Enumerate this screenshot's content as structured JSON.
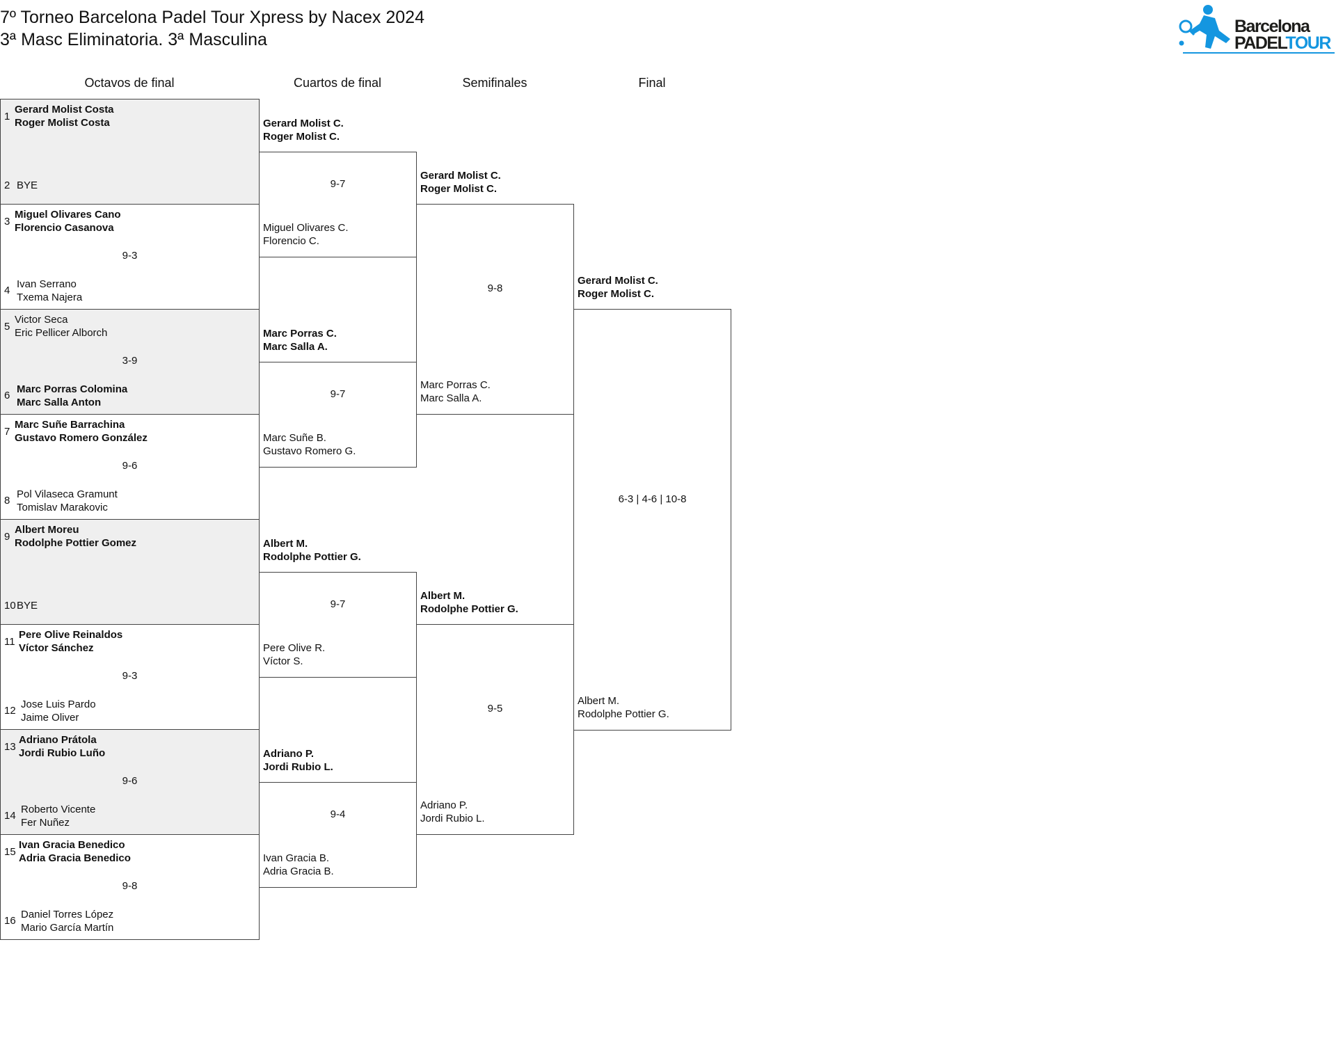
{
  "header": {
    "title": "7º Torneo Barcelona Padel Tour Xpress by Nacex 2024",
    "subtitle": "3ª Masc Eliminatoria. 3ª Masculina",
    "logo_text_top": "Barcelona",
    "logo_text_bottom_a": "PADEL",
    "logo_text_bottom_b": "TOUR"
  },
  "rounds": [
    "Octavos de final",
    "Cuartos de final",
    "Semifinales",
    "Final"
  ],
  "colors": {
    "accent": "#1496e0",
    "shade": "#efefef"
  },
  "r16": [
    {
      "seed_a": "1",
      "team_a": [
        "Gerard Molist Costa",
        "Roger Molist Costa"
      ],
      "seed_b": "2",
      "team_b": [
        "BYE",
        ""
      ],
      "score": "",
      "winner": "a"
    },
    {
      "seed_a": "3",
      "team_a": [
        "Miguel Olivares Cano",
        "Florencio Casanova"
      ],
      "seed_b": "4",
      "team_b": [
        "Ivan Serrano",
        "Txema Najera"
      ],
      "score": "9-3",
      "winner": "a"
    },
    {
      "seed_a": "5",
      "team_a": [
        "Victor Seca",
        "Eric Pellicer Alborch"
      ],
      "seed_b": "6",
      "team_b": [
        "Marc Porras Colomina",
        "Marc Salla Anton"
      ],
      "score": "3-9",
      "winner": "b"
    },
    {
      "seed_a": "7",
      "team_a": [
        "Marc Suñe Barrachina",
        "Gustavo Romero González"
      ],
      "seed_b": "8",
      "team_b": [
        "Pol Vilaseca Gramunt",
        "Tomislav Marakovic"
      ],
      "score": "9-6",
      "winner": "a"
    },
    {
      "seed_a": "9",
      "team_a": [
        "Albert Moreu",
        "Rodolphe Pottier Gomez"
      ],
      "seed_b": "10",
      "team_b": [
        "BYE",
        ""
      ],
      "score": "",
      "winner": "a"
    },
    {
      "seed_a": "11",
      "team_a": [
        "Pere Olive Reinaldos",
        "Víctor Sánchez"
      ],
      "seed_b": "12",
      "team_b": [
        "Jose Luis Pardo",
        "Jaime Oliver"
      ],
      "score": "9-3",
      "winner": "a"
    },
    {
      "seed_a": "13",
      "team_a": [
        "Adriano Prátola",
        "Jordi Rubio Luño"
      ],
      "seed_b": "14",
      "team_b": [
        "Roberto Vicente",
        "Fer Nuñez"
      ],
      "score": "9-6",
      "winner": "a"
    },
    {
      "seed_a": "15",
      "team_a": [
        "Ivan Gracia Benedico",
        "Adria Gracia Benedico"
      ],
      "seed_b": "16",
      "team_b": [
        "Daniel Torres López",
        "Mario García Martín"
      ],
      "score": "9-8",
      "winner": "a"
    }
  ],
  "qf": [
    {
      "team_a": [
        "Gerard Molist C.",
        "Roger Molist C."
      ],
      "team_b": [
        "Miguel Olivares C.",
        "Florencio C."
      ],
      "score": "9-7",
      "winner": "a"
    },
    {
      "team_a": [
        "Marc Porras C.",
        "Marc Salla A."
      ],
      "team_b": [
        "Marc Suñe B.",
        "Gustavo Romero G."
      ],
      "score": "9-7",
      "winner": "a"
    },
    {
      "team_a": [
        "Albert M.",
        "Rodolphe Pottier G."
      ],
      "team_b": [
        "Pere Olive R.",
        "Víctor S."
      ],
      "score": "9-7",
      "winner": "a"
    },
    {
      "team_a": [
        "Adriano P.",
        "Jordi Rubio L."
      ],
      "team_b": [
        "Ivan Gracia B.",
        "Adria Gracia B."
      ],
      "score": "9-4",
      "winner": "a"
    }
  ],
  "sf": [
    {
      "team_a": [
        "Gerard Molist C.",
        "Roger Molist C."
      ],
      "team_b": [
        "Marc Porras C.",
        "Marc Salla A."
      ],
      "score": "9-8",
      "winner": "a"
    },
    {
      "team_a": [
        "Albert M.",
        "Rodolphe Pottier G."
      ],
      "team_b": [
        "Adriano P.",
        "Jordi Rubio L."
      ],
      "score": "9-5",
      "winner": "a"
    }
  ],
  "final": [
    {
      "team_a": [
        "Gerard Molist C.",
        "Roger Molist C."
      ],
      "team_b": [
        "Albert M.",
        "Rodolphe Pottier G."
      ],
      "score": "6-3 | 4-6 | 10-8",
      "winner": "a"
    }
  ]
}
